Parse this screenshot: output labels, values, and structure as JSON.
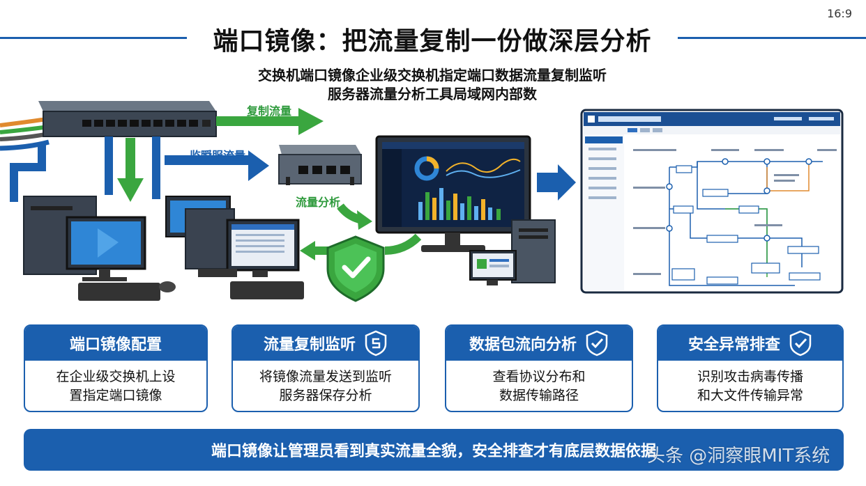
{
  "ratio_label": "16:9",
  "title": "端口镜像：把流量复制一份做深层分析",
  "subtitle": {
    "line1": "交换机端口镜像企业级交换机指定端口数据流量复制监听",
    "line2": "服务器流量分析工具局域网内部数"
  },
  "flow_labels": {
    "copy": "复制流量",
    "monitor": "监瞬服流量",
    "analyze": "流量分析"
  },
  "cards": [
    {
      "title": "端口镜像配置",
      "icon": "none",
      "body_line1": "在企业级交换机上设",
      "body_line2": "置指定端口镜像"
    },
    {
      "title": "流量复制监听",
      "icon": "shield-s-icon",
      "body_line1": "将镜像流量发送到监听",
      "body_line2": "服务器保存分析"
    },
    {
      "title": "数据包流向分析",
      "icon": "shield-check-icon",
      "body_line1": "查看协议分布和",
      "body_line2": "数据传输路径"
    },
    {
      "title": "安全异常排查",
      "icon": "shield-check-icon",
      "body_line1": "识别攻击病毒传播",
      "body_line2": "和大文件传输异常"
    }
  ],
  "banner": "端口镜像让管理员看到真实流量全貌，安全排查才有底层数据依据",
  "watermark": "头条 @洞察眼MIT系统",
  "colors": {
    "primary_blue": "#1b5fae",
    "arrow_green": "#3aa63f",
    "shield_green": "#2e9a3c",
    "device_gray": "#4a5563"
  }
}
